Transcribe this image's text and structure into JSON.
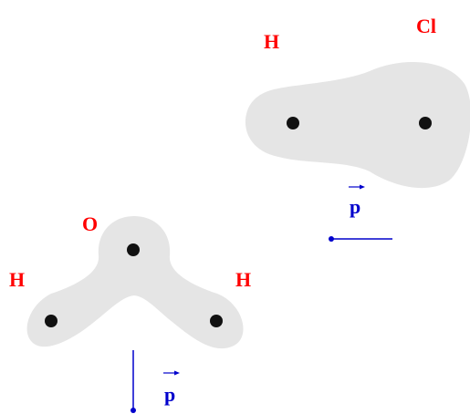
{
  "colors": {
    "cloud": "#e5e5e5",
    "nucleus": "#111111",
    "atom_label": "#ff0000",
    "dipole": "#0000cc"
  },
  "water": {
    "labels": {
      "oxygen": "O",
      "hydrogen_left": "H",
      "hydrogen_right": "H"
    },
    "dipole_label": "p"
  },
  "hcl": {
    "labels": {
      "hydrogen": "H",
      "chlorine": "Cl"
    },
    "dipole_label": "p"
  }
}
